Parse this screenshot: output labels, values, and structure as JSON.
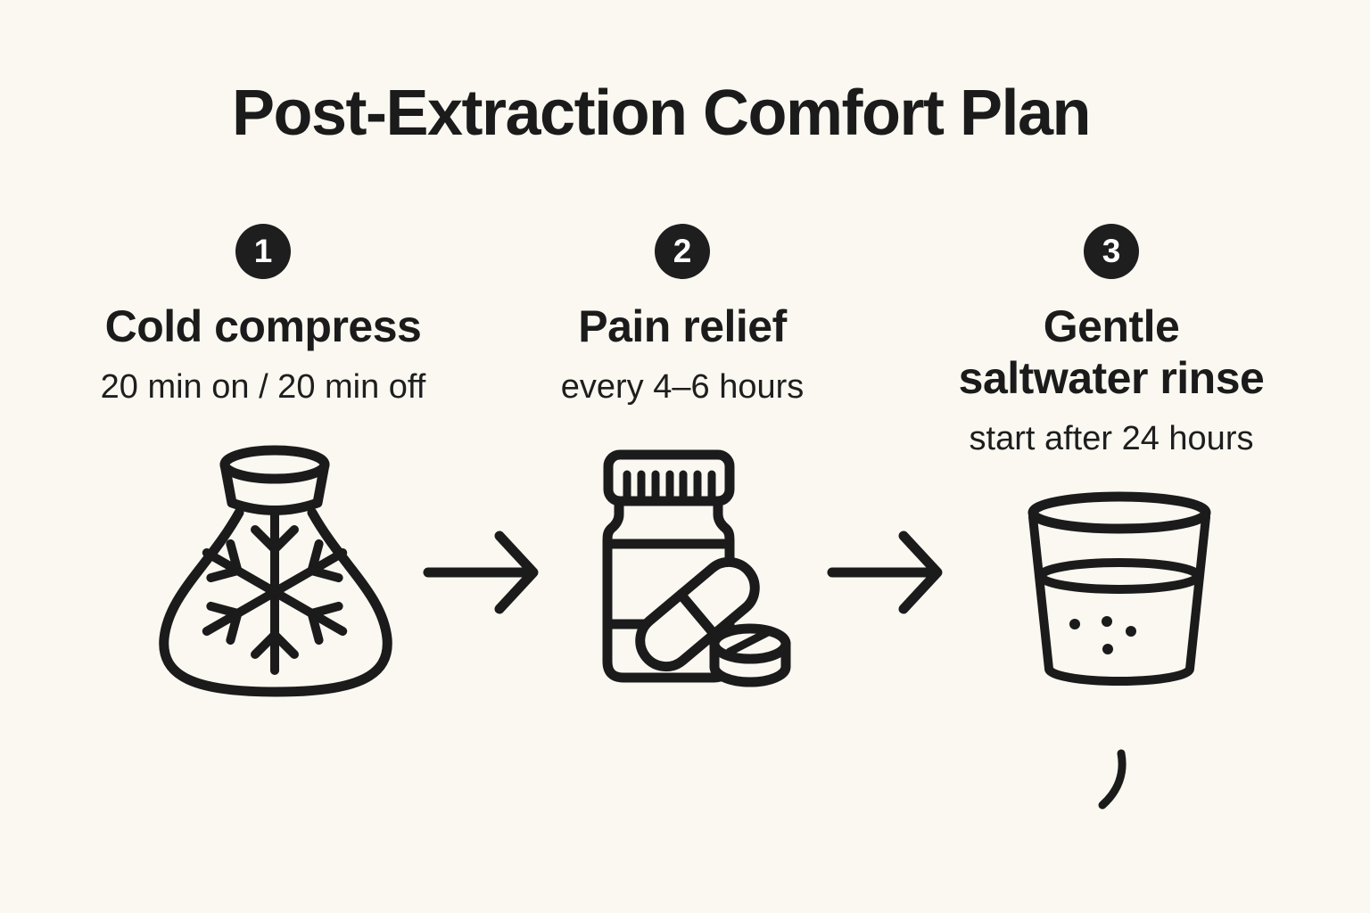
{
  "page": {
    "title": "Post-Extraction Comfort Plan",
    "background_color": "#FAF8F1",
    "ink_color": "#1B1B1B",
    "badge_color": "#1E1E1E"
  },
  "steps": [
    {
      "number": "1",
      "title": "Cold compress",
      "subtitle": "20 min on / 20 min off",
      "icon": "ice-pack-snowflake"
    },
    {
      "number": "2",
      "title": "Pain relief",
      "subtitle": "every 4–6 hours",
      "icon": "pill-bottle-with-pills"
    },
    {
      "number": "3",
      "title": "Gentle saltwater rinse",
      "subtitle": "start after 24 hours",
      "icon": "water-glass-with-salt"
    }
  ]
}
